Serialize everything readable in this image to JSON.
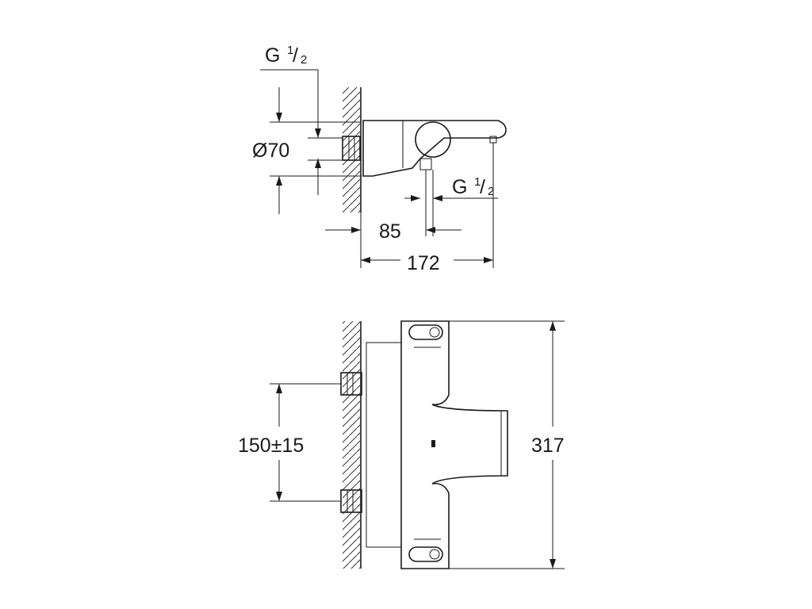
{
  "drawing": {
    "side_view": {
      "thread_top": {
        "letter": "G",
        "numerator": "1",
        "denominator": "2"
      },
      "diameter": "Ø70",
      "thread_bottom": {
        "letter": "G",
        "numerator": "1",
        "denominator": "2"
      },
      "dim_spout_offset": "85",
      "dim_total_depth": "172"
    },
    "front_view": {
      "dim_inlet_spacing": "150±15",
      "dim_height": "317"
    }
  }
}
